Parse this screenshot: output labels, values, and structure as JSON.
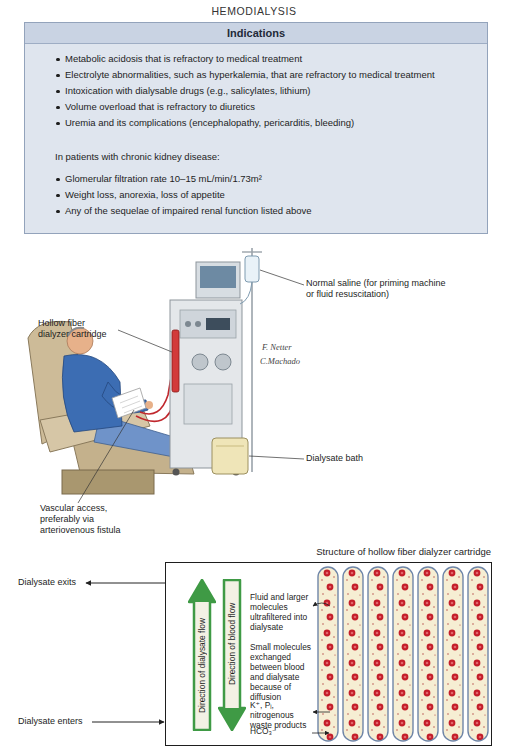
{
  "diagram": {
    "title": "HEMODIALYSIS",
    "nodes": [
      {
        "text": [
          "Indications",
          "Metabolic acidosis that is refractory to medical treatment",
          "Electrolyte abnormalities, such as hyperkalemia, that are refractory to medical treatment",
          "Intoxication with dialysable drugs (e.g., salicylates, lithium)",
          "Volume overload that is refractory to diuretics",
          "Uremia and its complications (encephalopathy, pericarditis, bleeding)",
          "In patients with chronic kidney disease:",
          "Glomerular filtration rate 10–15 mL/min/1.73m²",
          "Weight loss, anorexia, loss of appetite",
          "Any of the sequelae of impaired renal function listed above"
        ]
      },
      {
        "text": [
          "Structure of hollow fiber dialyzer cartridge",
          "Fluid and larger molecules ultrafiltered into dialysate",
          "Small molecules exchanged between blood and dialysate because of diffusion",
          "K⁺, Pᵢ, nitrogenous waste products",
          "HCO₃⁻"
        ]
      },
      {
        "text": [
          "Direction of dialysate flow"
        ],
        "in": 1
      },
      {
        "text": [
          "Direction of blood flow"
        ],
        "in": 1
      }
    ],
    "labels": [
      "Normal saline (for priming machine or fluid resuscitation)",
      "Hollow fiber dialyzer cartridge",
      "Dialysate bath",
      "Vascular access, preferably via arteriovenous fistula",
      "Dialysate exits",
      "Dialysate enters",
      "F. Netter",
      "C.Machado"
    ]
  }
}
